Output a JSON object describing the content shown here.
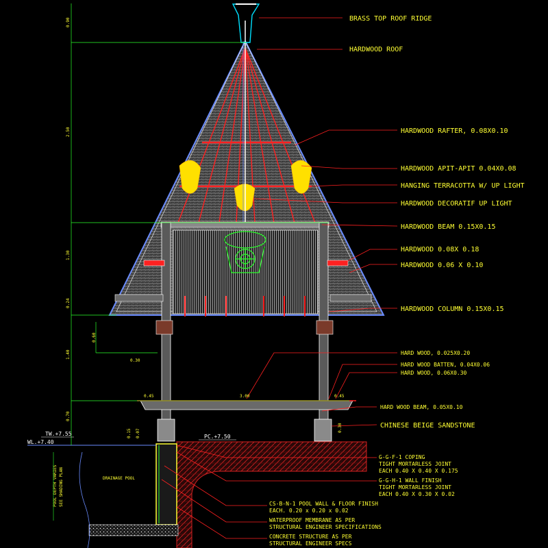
{
  "colors": {
    "background": "#000000",
    "label_text": "#ffff33",
    "leader_line": "#ff2020",
    "roof_outline": "#6a8cff",
    "timber": "#c8c8c8",
    "terracotta": "#ffe000",
    "pool_wall": "#ffff33",
    "ground": "#d22020"
  },
  "labels": [
    "BRASS TOP ROOF RIDGE",
    "HARDWOOD ROOF",
    "HARDWOOD RAFTER, 0.08X0.10",
    "HARDWOOD APIT-APIT 0.04X0.08",
    "HANGING TERRACOTTA W/ UP LIGHT",
    "HARDWOOD DECORATIF UP LIGHT",
    "HARDWOOD BEAM 0.15X0.15",
    "HARDWOOD 0.08X 0.18",
    "HARDWOOD 0.06 X 0.10",
    "HARDWOOD COLUMN 0.15X0.15",
    "HARD WOOD, 0.025X0.20",
    "HARD WOOD BATTEN, 0.04X0.06",
    "HARD WOOD, 0.06X0.30",
    "HARD WOOD BEAM, 0.05X0.10",
    "CHINESE BEIGE SANDSTONE"
  ],
  "bottom_notes": [
    [
      "G-G-F-1 COPING",
      "TIGHT MORTARLESS JOINT",
      "EACH 0.40 X 0.40 X 0.175"
    ],
    [
      "G-G-H-1 WALL FINISH",
      "TIGHT MORTARLESS JOINT",
      "EACH 0.40 X 0.30 X 0.02"
    ],
    [
      "CS-B-N-1 POOL WALL & FLOOR FINISH",
      "EACH. 0.20 x 0.20 x 0.02"
    ],
    [
      "WATERPROOF MEMBRANE AS PER",
      "STRUCTURAL ENGINEER SPECIFICATIONS"
    ],
    [
      "CONCRETE STRUCTURE AS PER",
      "STRUCTURAL ENGINEER SPECS"
    ]
  ],
  "levels": {
    "tw": "TW.+7.55",
    "wl": "WL.+7.40",
    "pc": "PC.+7.50"
  },
  "vertical_dims": [
    "0.90",
    "2.50",
    "1.30",
    "0.24",
    "1.40",
    "0.70"
  ],
  "small_dims": [
    "0.60",
    "0.30",
    "0.45",
    "3.00",
    "0.45",
    "0.30",
    "0.15",
    "0.07"
  ],
  "vertical_notes": [
    "POOL DEPTH VARIES",
    "SEE SHADING PLAN"
  ],
  "pool_note": "DRAINAGE POOL "
}
